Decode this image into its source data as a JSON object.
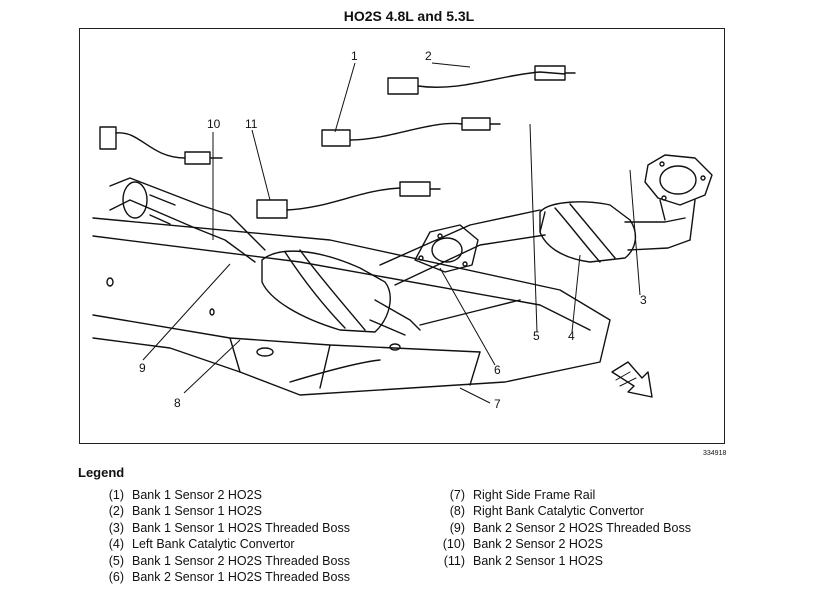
{
  "title": "HO2S 4.8L and 5.3L",
  "figure_id": "334918",
  "callouts": [
    "1",
    "2",
    "3",
    "4",
    "5",
    "6",
    "7",
    "8",
    "9",
    "10",
    "11"
  ],
  "legend": {
    "heading": "Legend",
    "left": [
      {
        "num": "(1)",
        "label": "Bank 1 Sensor 2 HO2S"
      },
      {
        "num": "(2)",
        "label": "Bank 1 Sensor 1 HO2S"
      },
      {
        "num": "(3)",
        "label": "Bank 1 Sensor 1 HO2S Threaded Boss"
      },
      {
        "num": "(4)",
        "label": "Left Bank Catalytic Convertor"
      },
      {
        "num": "(5)",
        "label": "Bank 1 Sensor 2 HO2S Threaded Boss"
      },
      {
        "num": "(6)",
        "label": "Bank 2 Sensor 1 HO2S Threaded Boss"
      }
    ],
    "right": [
      {
        "num": "(7)",
        "label": "Right Side Frame Rail"
      },
      {
        "num": "(8)",
        "label": "Right Bank Catalytic Convertor"
      },
      {
        "num": "(9)",
        "label": "Bank 2 Sensor 2 HO2S Threaded Boss"
      },
      {
        "num": "(10)",
        "label": "Bank 2 Sensor 2 HO2S"
      },
      {
        "num": "(11)",
        "label": "Bank 2 Sensor 1 HO2S"
      }
    ]
  }
}
